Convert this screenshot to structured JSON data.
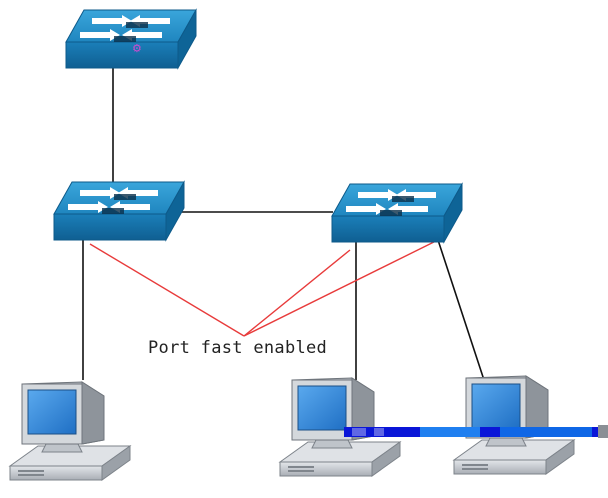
{
  "diagram": {
    "annotation": "Port fast enabled",
    "nodes": [
      {
        "id": "core-switch",
        "kind": "switch"
      },
      {
        "id": "access-switch-left",
        "kind": "switch"
      },
      {
        "id": "access-switch-right",
        "kind": "switch"
      },
      {
        "id": "pc-left",
        "kind": "workstation"
      },
      {
        "id": "pc-middle",
        "kind": "workstation"
      },
      {
        "id": "pc-right",
        "kind": "workstation"
      }
    ],
    "trunk_links": [
      [
        "core-switch",
        "access-switch-left"
      ],
      [
        "access-switch-left",
        "access-switch-right"
      ]
    ],
    "access_links": [
      [
        "access-switch-left",
        "pc-left"
      ],
      [
        "access-switch-right",
        "pc-middle"
      ],
      [
        "access-switch-right",
        "pc-right"
      ]
    ],
    "colors": {
      "link": "#111111",
      "portfast_callout": "#e83b3b",
      "switch_top": "#2a93c8",
      "switch_front": "#1570a6",
      "monitor_screen": "#2f86d6",
      "device_body": "#c9cdd2"
    }
  }
}
